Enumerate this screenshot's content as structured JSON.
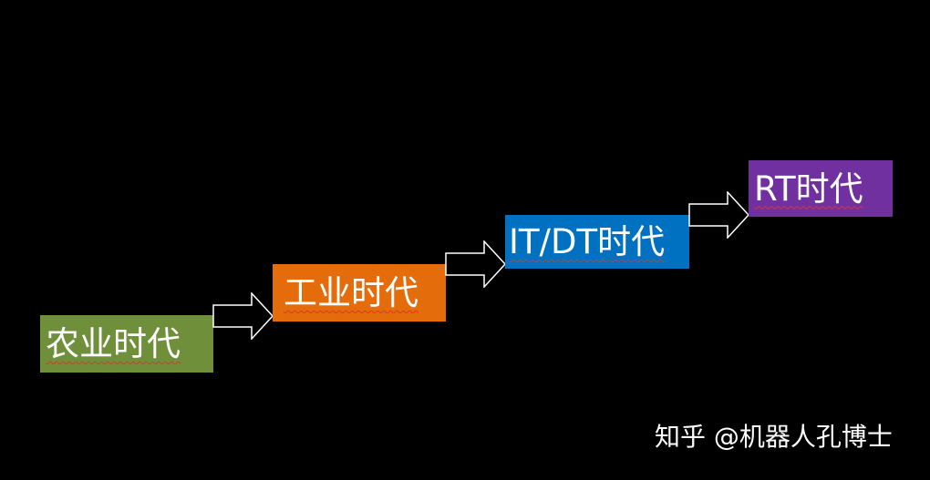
{
  "eras": [
    {
      "label": "农业时代",
      "color": "#6f8f3a"
    },
    {
      "label": "工业时代",
      "color": "#e46c0a"
    },
    {
      "label": "IT/DT时代",
      "color": "#0070c0"
    },
    {
      "label": "RT时代",
      "color": "#7030a0"
    }
  ],
  "connector_icon": "right-arrow-outline",
  "watermark": "知乎 @机器人孔博士"
}
